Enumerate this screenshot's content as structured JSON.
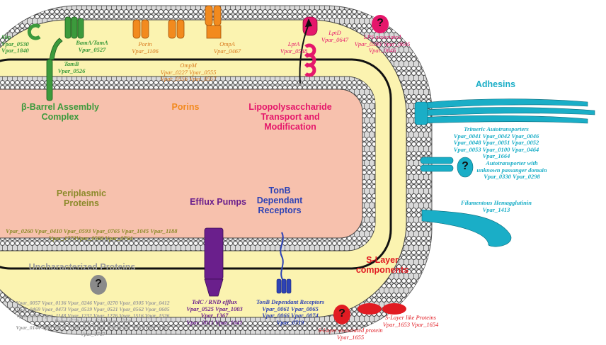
{
  "colors": {
    "green": "#3c9a3c",
    "orange": "#f28a1e",
    "pink": "#e5176b",
    "teal": "#1aaec7",
    "purple": "#6a1f8c",
    "blue": "#2e43b5",
    "red": "#e11b22",
    "gray": "#8a8a8a",
    "olive": "#8c8a2a",
    "periplasm": "#fbf3b0",
    "cytoplasm": "#f7c1ad"
  },
  "headings": {
    "bam": "β-Barrel Assembly Complex",
    "porins": "Porins",
    "lps": "Lipopolysaccharide Transport and Modification",
    "adhesins": "Adhesins",
    "periplasmic": "Periplasmic Proteins",
    "efflux": "Efflux Pumps",
    "tonb": "TonB Dependant Receptors",
    "slayer": "S-Layer components",
    "unchar": "Uncharacterized Proteins"
  },
  "labels": {
    "skp": [
      "Skp",
      "Vpar_0530",
      "Vpar_1840"
    ],
    "bama": [
      "BamA/TamA",
      "Vpar_0527"
    ],
    "tamb": [
      "TamB",
      "Vpar_0526"
    ],
    "porin": [
      "Porin",
      "Vpar_1106"
    ],
    "ompm": [
      "OmpM",
      "Vpar_0227 Vpar_0555",
      "Vpar_0556 Vpar_0557"
    ],
    "ompa": [
      "OmpA",
      "Vpar_0467"
    ],
    "lpta": [
      "LptA",
      "Vpar_0548"
    ],
    "lptd": [
      "LptD",
      "Vpar_0647"
    ],
    "lps_assoc": [
      "LPS associated",
      "Vpar_0393 Vpar_0645",
      "Vpar_0646"
    ],
    "trimeric": [
      "Trimeric Autotransporters",
      "Vpar_0041 Vpar_0042 Vpar_0046",
      "Vpar_0048 Vpar_0051 Vpar_0052",
      "Vpar_0053 Vpar_0100 Vpar_0464",
      "Vpar_1664"
    ],
    "autotrans": [
      "Autotransporter with",
      "unknown passanger domain",
      "Vpar_0330 Vpar_0298"
    ],
    "filamentous": [
      "Filamentous Hemagglutinin",
      "Vpar_1413"
    ],
    "periplasmic": [
      "Vpar_0260 Vpar_0410 Vpar_0593 Vpar_0765 Vpar_1045 Vpar_1188",
      "Vpar_1773Vpar_0588 Vpar_0764"
    ],
    "tolc": [
      "TolC / RND efflux",
      "Vpar_0525 Vpar_1003",
      "Vpar_1367",
      "Vpar_0011 Vpar_1641"
    ],
    "tonb": [
      "TonB Dependant Receptors",
      "Vpar_0061 Vpar_0065",
      "Vpar_0066 Vpar_0074",
      "Vpar_0719"
    ],
    "slayer_assoc": [
      "S-Layer associated protein",
      "Vpar_1655"
    ],
    "slayer_like": [
      "S-Layer like Proteins",
      "Vpar_1653 Vpar_1654"
    ],
    "unchar": [
      "Vpar_0057 Vpar_0136 Vpar_0246 Vpar_0270 Vpar_0305 Vpar_0412",
      "Vpar_0469 Vpar_0473 Vpar_0519 Vpar_0521 Vpar_0562 Vpar_0605",
      "Vpar_0809 Vpar_1148 Vpar_1232 Vpar_1276 Vpar_1516 Vpar_1526",
      "Vpar_1579 Vpar_1589 Vpar_1760",
      "Vpar_0144 Vpar_0828 Vpar_0937 Vpar_0945 Vpar_0965 Vpar_1765",
      "Vpar_1767"
    ]
  },
  "question_mark": "?"
}
